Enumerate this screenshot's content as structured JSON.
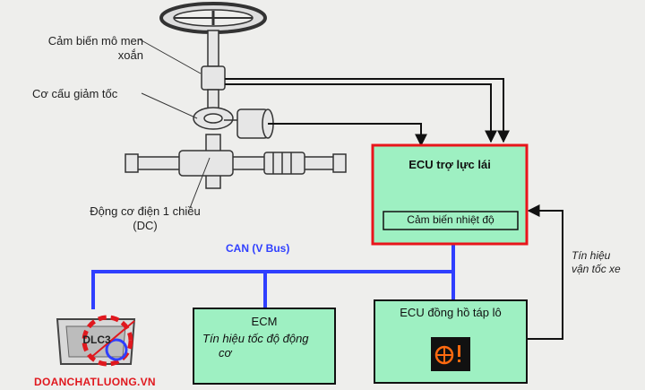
{
  "labels": {
    "torque_sensor": "Cảm biến mô men xoắn",
    "reduction_gear": "Cơ cấu giảm tốc",
    "dc_motor_line1": "Động cơ điện 1 chiều",
    "dc_motor_line2": "(DC)",
    "can_bus": "CAN (V Bus)",
    "speed_signal_line1": "Tín hiệu",
    "speed_signal_line2": "vận tốc xe"
  },
  "boxes": {
    "ecu_steering": {
      "title": "ECU trợ lực lái",
      "inner_label": "Cảm biến nhiệt độ"
    },
    "ecm": {
      "title": "ECM",
      "subtitle_line1": "Tín hiệu tốc độ động",
      "subtitle_line2": "cơ"
    },
    "ecu_dashboard": {
      "title": "ECU đồng hồ táp lô"
    }
  },
  "connector": {
    "label": "DLC3"
  },
  "watermark": {
    "text": "DOANCHATLUONG.VN"
  },
  "colors": {
    "background": "#eeeeec",
    "box_fill": "#9ef0c2",
    "ecu_border": "#e8151b",
    "can_bus": "#2f3fff",
    "line": "#111111",
    "watermark": "#e0181e"
  }
}
